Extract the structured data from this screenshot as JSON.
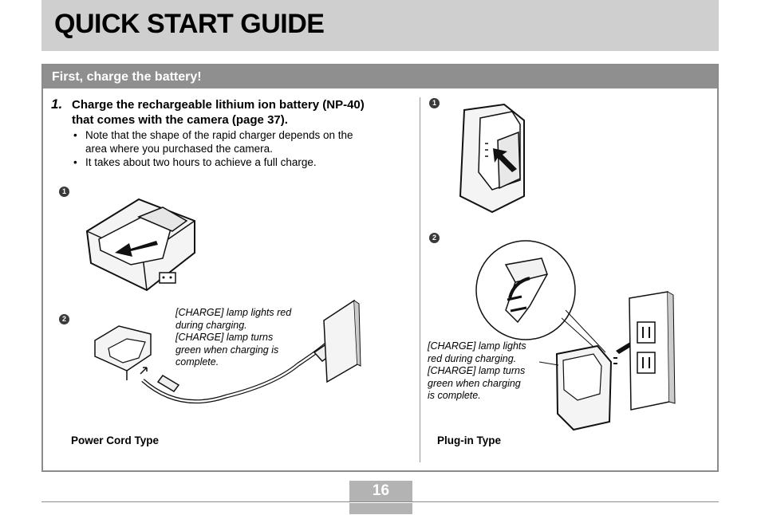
{
  "header": {
    "title": "QUICK START GUIDE"
  },
  "section": {
    "title": "First, charge the battery!",
    "step_number": "1.",
    "step_lines": [
      "Charge the rechargeable lithium ion battery (NP-40)",
      "that comes with the camera (page 37)."
    ],
    "bullets": [
      [
        "Note that the shape of the rapid charger depends on the",
        "area where you purchased the camera."
      ],
      [
        "It takes about two hours to achieve a full charge."
      ]
    ]
  },
  "left": {
    "marker1": "1",
    "marker2": "2",
    "note_lines": [
      "[CHARGE] lamp lights red",
      "during charging.",
      "[CHARGE] lamp turns",
      "green when charging is",
      "complete."
    ],
    "caption": "Power Cord Type"
  },
  "right": {
    "marker1": "1",
    "marker2": "2",
    "note_lines": [
      "[CHARGE] lamp lights",
      "red during charging.",
      "[CHARGE] lamp turns",
      "green when charging",
      "is complete."
    ],
    "caption": "Plug-in Type"
  },
  "footer": {
    "page_number": "16"
  },
  "colors": {
    "header_bg": "#cfcfcf",
    "section_bar": "#8f8f8f",
    "page_box": "#b3b3b3"
  }
}
